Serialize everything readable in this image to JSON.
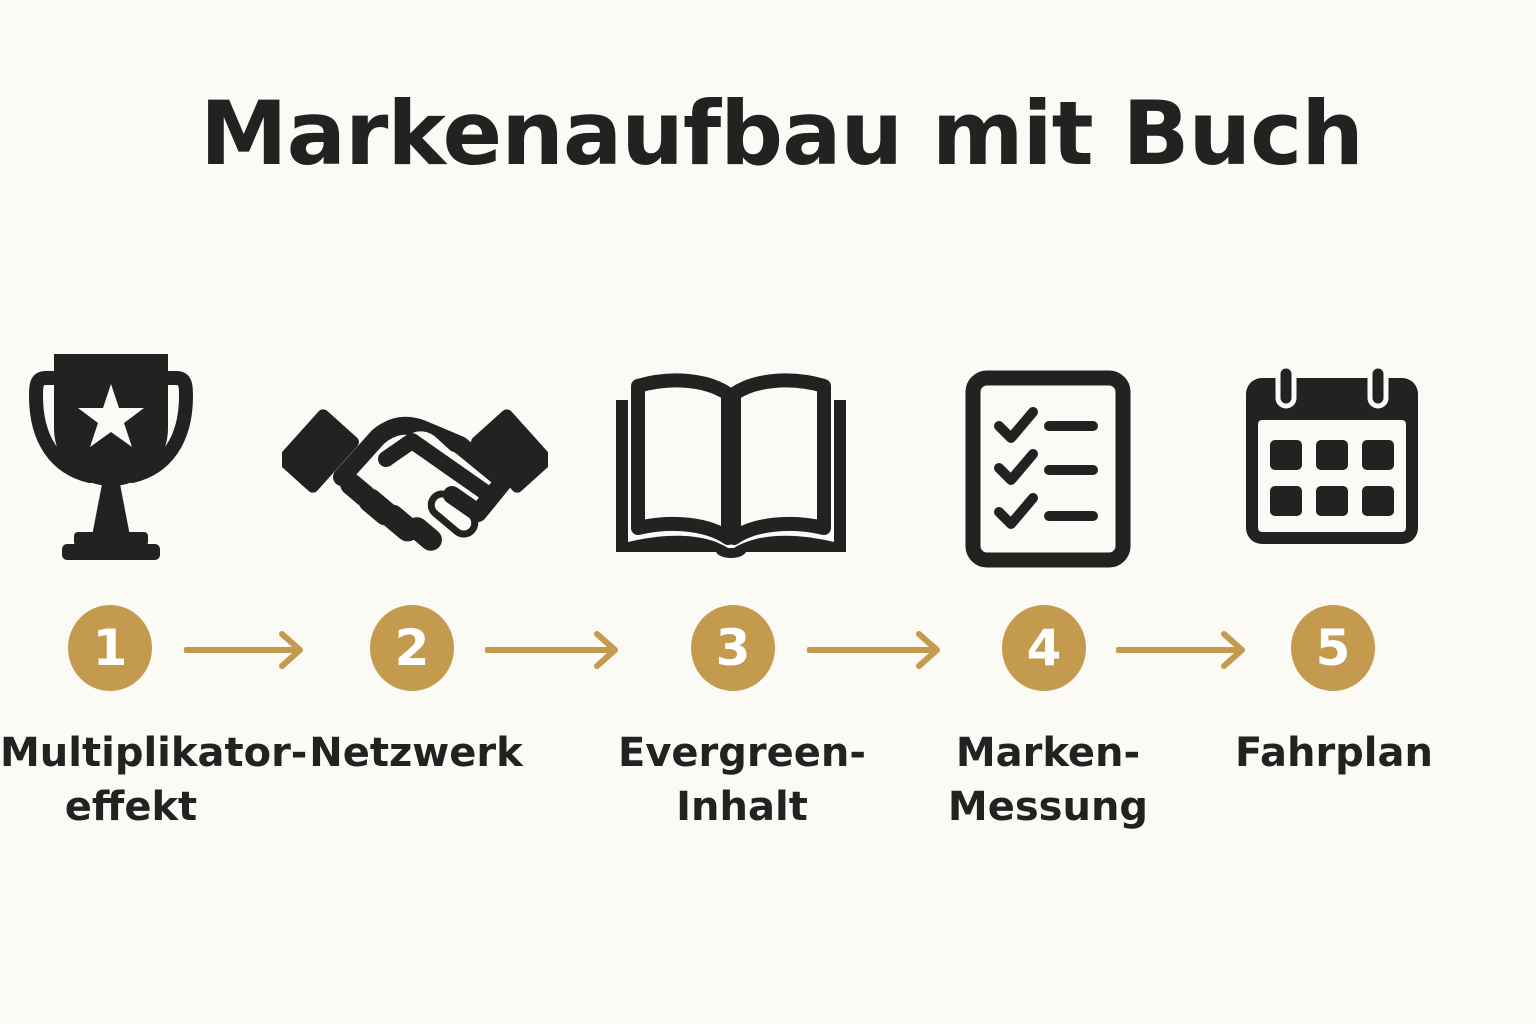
{
  "title": "Markenaufbau mit Buch",
  "colors": {
    "accent": "#c39a4e",
    "ink": "#222222",
    "background": "#fcfaf4"
  },
  "steps": [
    {
      "number": "1",
      "icon": "trophy-icon",
      "label_lines": [
        "Multiplikator-",
        "effekt"
      ]
    },
    {
      "number": "2",
      "icon": "handshake-icon",
      "label_lines": [
        "Netzwerk"
      ]
    },
    {
      "number": "3",
      "icon": "open-book-icon",
      "label_lines": [
        "Evergreen-",
        "Inhalt"
      ]
    },
    {
      "number": "4",
      "icon": "checklist-icon",
      "label_lines": [
        "Marken-",
        "Messung"
      ]
    },
    {
      "number": "5",
      "icon": "calendar-icon",
      "label_lines": [
        "Fahrplan"
      ]
    }
  ]
}
